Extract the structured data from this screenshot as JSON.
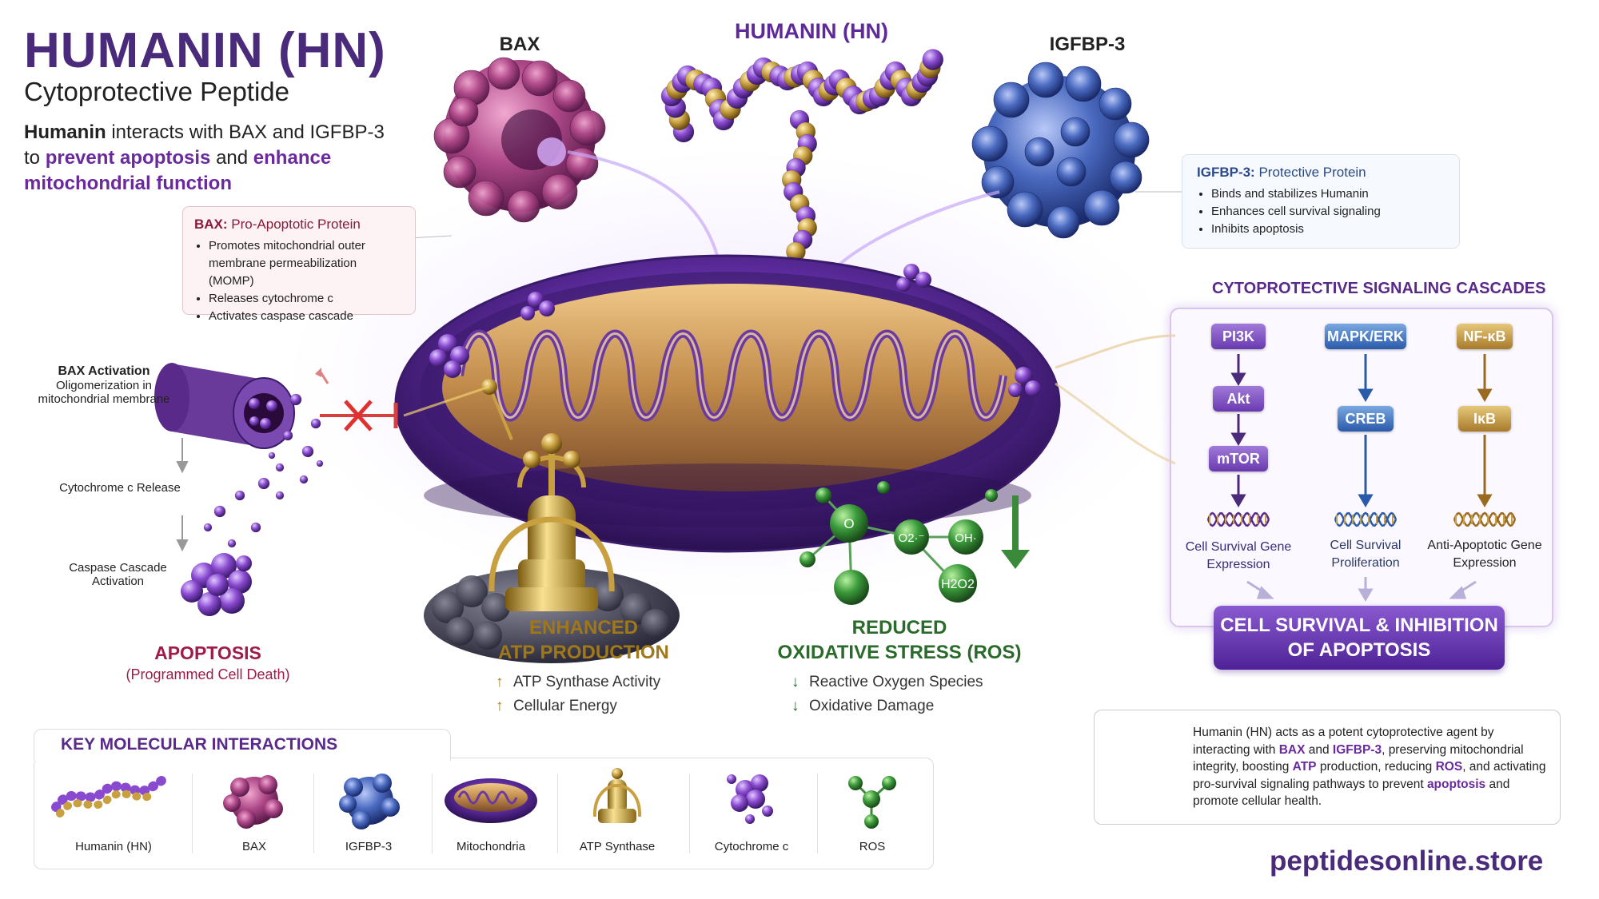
{
  "header": {
    "title": "HUMANIN (HN)",
    "subtitle": "Cytoprotective Peptide",
    "intro": {
      "p1": "Humanin",
      "p2": " interacts with BAX and IGFBP-3",
      "p3": "to ",
      "p4": "prevent apoptosis",
      "p5": " and ",
      "p6": "enhance mitochondrial function"
    }
  },
  "molecules": {
    "bax": "BAX",
    "humanin": "HUMANIN (HN)",
    "igfbp3": "IGFBP-3"
  },
  "bax_box": {
    "name": "BAX:",
    "role": " Pro-Apoptotic Protein",
    "items": [
      "Promotes mitochondrial outer membrane permeabilization (MOMP)",
      "Releases cytochrome c",
      "Activates caspase cascade"
    ]
  },
  "igfbp3_box": {
    "name": "IGFBP-3:",
    "role": " Protective Protein",
    "items": [
      "Binds and stabilizes Humanin",
      "Enhances cell survival signaling",
      "Inhibits apoptosis"
    ]
  },
  "apoptosis_path": {
    "step1_title": "BAX Activation",
    "step1_desc": "Oligomerization in mitochondrial membrane",
    "step2": "Cytochrome c Release",
    "step3": "Caspase Cascade Activation",
    "result_title": "APOPTOSIS",
    "result_sub": "(Programmed Cell Death)"
  },
  "atp_effect": {
    "title_line1": "ENHANCED",
    "title_line2": "ATP PRODUCTION",
    "items": [
      {
        "arrow": "↑",
        "text": "ATP Synthase Activity"
      },
      {
        "arrow": "↑",
        "text": "Cellular Energy"
      }
    ]
  },
  "ros_effect": {
    "title_line1": "REDUCED",
    "title_line2": "OXIDATIVE STRESS (ROS)",
    "items": [
      {
        "arrow": "↓",
        "text": "Reactive Oxygen Species"
      },
      {
        "arrow": "↓",
        "text": "Oxidative Damage"
      }
    ],
    "molecules": [
      "O",
      "O2·⁻",
      "OH·",
      "H2O2"
    ]
  },
  "cascades": {
    "title": "CYTOPROTECTIVE SIGNALING CASCADES",
    "col1": {
      "nodes": [
        "PI3K",
        "Akt",
        "mTOR"
      ],
      "outcome": "Cell Survival Gene Expression"
    },
    "col2": {
      "nodes": [
        "MAPK/ERK",
        "CREB"
      ],
      "outcome": "Cell Survival Proliferation"
    },
    "col3": {
      "nodes": [
        "NF-κB",
        "IκB"
      ],
      "outcome": "Anti-Apoptotic Gene Expression"
    },
    "result": "CELL SURVIVAL & INHIBITION OF APOPTOSIS"
  },
  "summary": {
    "t1": "Humanin (HN) acts as a potent cytoprotective agent by interacting with ",
    "k1": "BAX",
    "t2": " and ",
    "k2": "IGFBP-3",
    "t3": ", preserving mitochondrial integrity, boosting ",
    "k3": "ATP",
    "t4": " production, reducing ",
    "k4": "ROS",
    "t5": ", and activating pro-survival signaling pathways to prevent ",
    "k5": "apoptosis",
    "t6": " and promote cellular health."
  },
  "key_interactions": {
    "title": "KEY MOLECULAR INTERACTIONS",
    "items": [
      "Humanin (HN)",
      "BAX",
      "IGFBP-3",
      "Mitochondria",
      "ATP Synthase",
      "Cytochrome c",
      "ROS"
    ]
  },
  "footer": {
    "website": "peptidesonline.store"
  },
  "colors": {
    "brand_purple": "#4a2a7a",
    "bax_pink": "#b04a8a",
    "igfbp3_blue": "#4a6ac0",
    "gold": "#c8a040",
    "ros_green": "#3a8a3a",
    "apoptosis_red": "#a01a4a"
  },
  "icons": [
    "shield-check-icon",
    "dna-icon",
    "inhibition-x-icon"
  ]
}
